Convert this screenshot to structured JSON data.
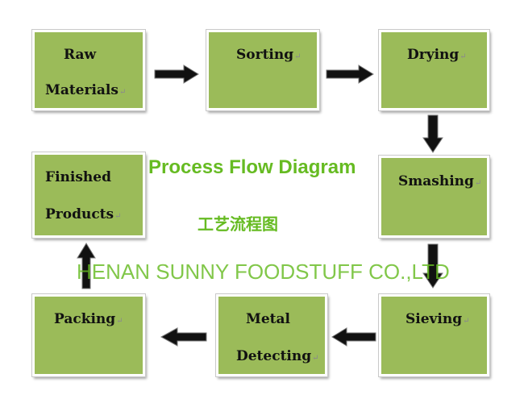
{
  "colors": {
    "box_fill": "#9bbb59",
    "title_text": "#66bb22",
    "arrow": "#111111"
  },
  "diagram": {
    "title": "Process Flow Diagram",
    "subtitle": "工艺流程图",
    "watermark": "HENAN SUNNY FOODSTUFF CO.,LTD",
    "paragraph_mark": "↵",
    "steps": {
      "raw_materials": {
        "line1": "Raw",
        "line2": "Materials"
      },
      "sorting": {
        "line1": "Sorting"
      },
      "drying": {
        "line1": "Drying"
      },
      "smashing": {
        "line1": "Smashing"
      },
      "sieving": {
        "line1": "Sieving"
      },
      "metal_detecting": {
        "line1": "Metal",
        "line2": "Detecting"
      },
      "packing": {
        "line1": "Packing"
      },
      "finished_products": {
        "line1": "Finished",
        "line2": "Products"
      }
    }
  }
}
